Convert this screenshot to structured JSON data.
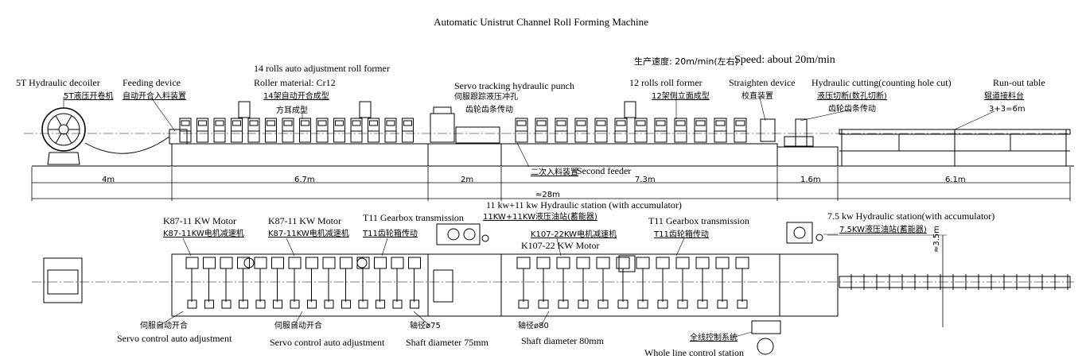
{
  "title": "Automatic Unistrut Channel Roll Forming Machine",
  "speed": {
    "cn": "生产速度: 20m/min(左右)",
    "en": "Speed: about 20m/min"
  },
  "side_labels": {
    "decoiler_en": "5T Hydraulic decoiler",
    "decoiler_cn": "5T液压开卷机",
    "feeding_en": "Feeding device",
    "feeding_cn": "自动开合入料装置",
    "former14_en": "14 rolls auto adjustment roll former",
    "roller_material": "Roller material: Cr12",
    "former14_cn1": "14架自动开合成型",
    "former14_cn2": "方耳成型",
    "punch_en": "Servo tracking hydraulic punch",
    "punch_cn1": "伺服跟踪液压冲孔",
    "punch_cn2": "齿轮齿条传动",
    "former12_en": "12 rolls roll former",
    "former12_cn": "12架侧立面成型",
    "straighten_en": "Straighten device",
    "straighten_cn": "校直装置",
    "cutting_en": "Hydraulic cutting(counting hole cut)",
    "cutting_cn1": "液压切断(数孔切断)",
    "cutting_cn2": "齿轮齿条传动",
    "runout_en": "Run-out table",
    "runout_cn": "辊道接料台",
    "runout_len": "3+3=6m",
    "second_feeder_cn": "二次入料装置",
    "second_feeder_en": "Second feeder"
  },
  "dimensions": {
    "segments": [
      "4m",
      "6.7m",
      "2m",
      "7.3m",
      "1.6m",
      "6.1m"
    ],
    "total": "≈28m",
    "width": "≈3.5m"
  },
  "plan_labels": {
    "hydraulic11_en": "11 kw+11 kw Hydraulic station (with accumulator)",
    "hydraulic11_cn": "11KW+11KW液压油站(蓄能器)",
    "motor1_en": "K87-11 KW Motor",
    "motor1_cn": "K87-11KW电机减速机",
    "motor2_en": "K87-11 KW Motor",
    "motor2_cn": "K87-11KW电机减速机",
    "gearbox1_en": "T11 Gearbox transmission",
    "gearbox1_cn": "T11齿轮箱传动",
    "motor3_cn": "K107-22KW电机减速机",
    "motor3_en": "K107-22 KW Motor",
    "gearbox2_en": "T11 Gearbox transmission",
    "gearbox2_cn": "T11齿轮箱传动",
    "hydraulic75_en": "7.5 kw Hydraulic station(with accumulator)",
    "hydraulic75_cn": "7.5KW液压油站(蓄能器)",
    "servo1_cn": "伺服自动开合",
    "servo1_en": "Servo control auto adjustment",
    "servo2_cn": "伺服自动开合",
    "servo2_en": "Servo control auto adjustment",
    "shaft75_cn": "轴径ø75",
    "shaft75_en": "Shaft diameter 75mm",
    "shaft80_cn": "轴径ø80",
    "shaft80_en": "Shaft diameter 80mm",
    "control_cn": "全线控制系统",
    "control_en": "Whole line control station"
  }
}
